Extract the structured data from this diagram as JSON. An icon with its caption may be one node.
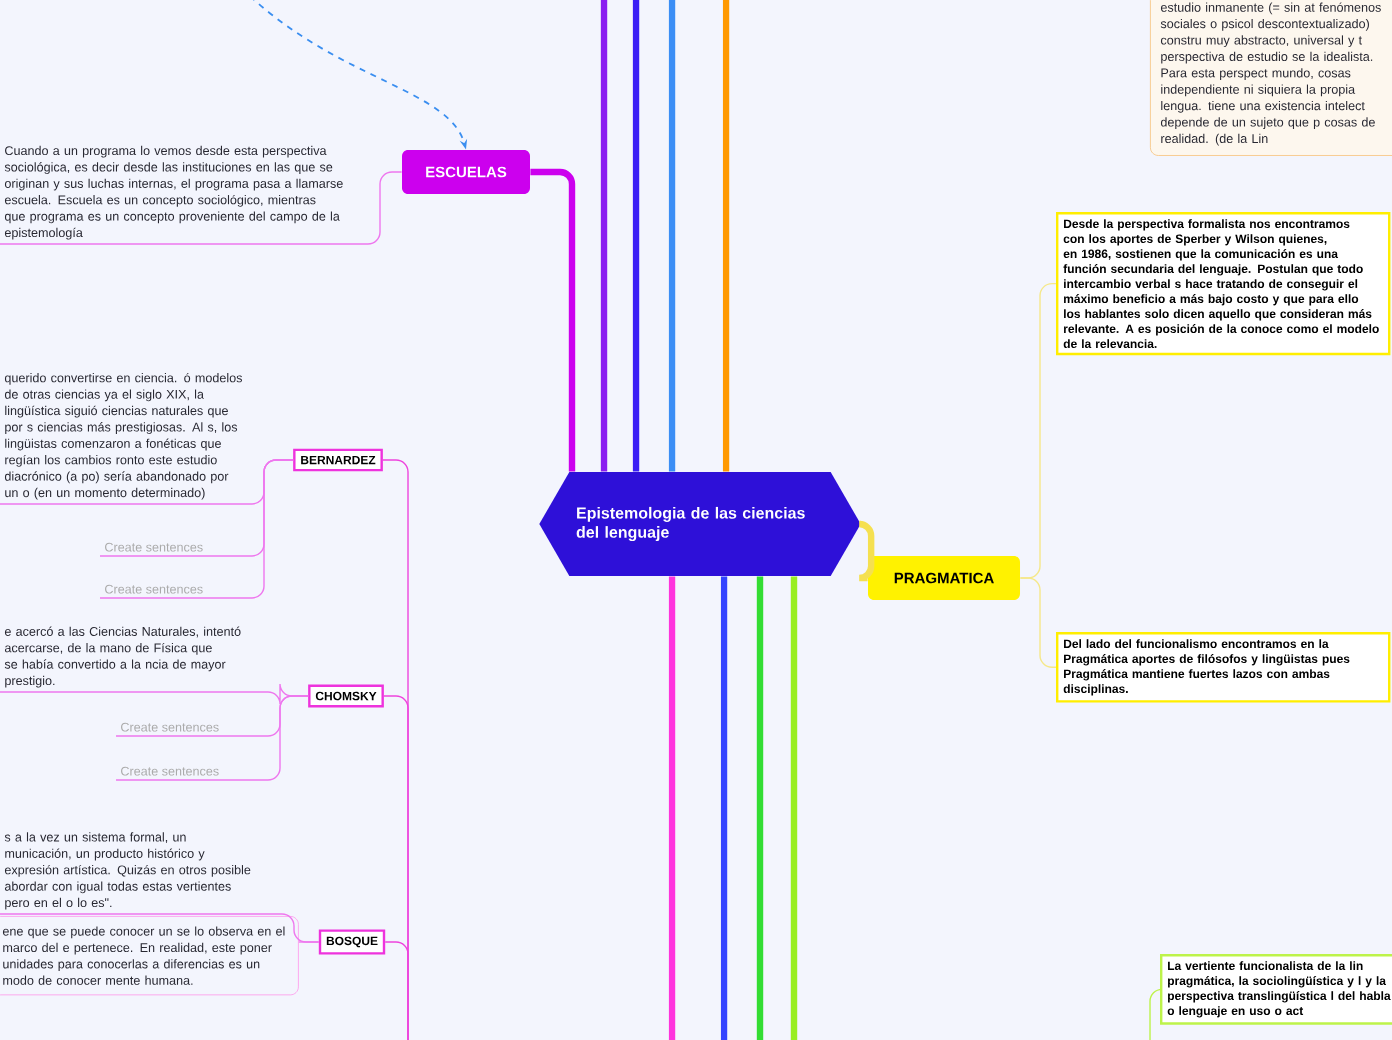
{
  "diagram": {
    "nodes": [
      {
        "text": [
          "Epistemologia de las ciencias del lenguaje"
        ]
      },
      {
        "text": [
          "ESCUELAS"
        ]
      },
      {
        "text": [
          "Cuando a un programa lo vemos desde esta perspectiva sociológica, es decir desde las instituciones en las que se originan y sus luchas internas, el programa pasa a llamarse escuela. Escuela es un concepto sociológico, mientras que programa es un concepto proveniente del campo de la epistemología"
        ]
      },
      {
        "text": [
          "BERNARDEZ"
        ]
      },
      {
        "text": [
          "querido convertirse en ciencia. ó modelos de otras ciencias ya el siglo XIX, la lingüística siguió ciencias naturales que por s ciencias más prestigiosas. Al s, los lingüistas comenzaron a fonéticas que regían los cambios ronto este estudio diacrónico (a po) sería abandonado por un o (en un momento determinado)"
        ]
      },
      {
        "text": [
          "Create sentences"
        ]
      },
      {
        "text": [
          "Create sentences"
        ]
      },
      {
        "text": [
          "CHOMSKY"
        ]
      },
      {
        "text": [
          "e acercó a las Ciencias Naturales, intentó acercarse, de la mano de Física que se había convertido a la ncia de mayor prestigio."
        ]
      },
      {
        "text": [
          "Create sentences"
        ]
      },
      {
        "text": [
          "Create sentences"
        ]
      },
      {
        "text": [
          "BOSQUE"
        ]
      },
      {
        "text": [
          "s a la vez un sistema formal, un municación, un producto histórico y expresión artística. Quizás en otros posible abordar con igual todas estas vertientes pero en el o lo es\"."
        ]
      },
      {
        "text": [
          "ene que se puede conocer un se lo observa en el marco del e pertenece. En realidad, este poner unidades para conocerlas a diferencias es un modo de conocer mente humana."
        ]
      },
      {
        "text": [
          "PRAGMATICA"
        ]
      },
      {
        "text": [
          "Desde la perspectiva formalista nos encontramos con los aportes de Sperber y Wilson quienes, en 1986, sostienen que la comunicación es una función secundaria del lenguaje. Postulan que todo intercambio verbal s hace tratando de conseguir el máximo beneficio a más bajo costo y que para ello los hablantes solo dicen aquello que consideran más relevante. A es posición de la conoce como el modelo de la relevancia."
        ]
      },
      {
        "text": [
          "Del lado del funcionalismo encontramos en la Pragmática aportes de filósofos y lingüistas pues Pragmática mantiene fuertes lazos con ambas disciplinas."
        ]
      },
      {
        "text": [
          "estudio inmanente (= sin at fenómenos sociales o psicol descontextualizado) constru muy abstracto, universal y t perspectiva de estudio se la idealista. Para esta perspect mundo, cosas independiente ni siquiera la propia lengua. tiene una existencia intelect depende de un sujeto que p cosas de realidad. (de la Lin"
        ]
      },
      {
        "text": [
          "La vertiente funcionalista de la lin pragmática, la sociolingüística y l y la perspectiva translingüística l del habla o lenguaje en uso o act"
        ]
      }
    ],
    "edges": [
      {
        "from": 0,
        "to": 1,
        "arrow": "none",
        "style": "thick",
        "color": "#cc00ee"
      },
      {
        "from": 0,
        "to": null,
        "arrow": "none",
        "style": "thick",
        "color": "#8a1ef0"
      },
      {
        "from": 0,
        "to": null,
        "arrow": "none",
        "style": "thick",
        "color": "#3a1ef5"
      },
      {
        "from": 0,
        "to": null,
        "arrow": "none",
        "style": "thick",
        "color": "#3b8ef5"
      },
      {
        "from": 0,
        "to": null,
        "arrow": "none",
        "style": "thick",
        "color": "#ff9900"
      },
      {
        "from": 0,
        "to": null,
        "arrow": "none",
        "style": "thick",
        "color": "#ff33dd"
      },
      {
        "from": 0,
        "to": null,
        "arrow": "none",
        "style": "thick",
        "color": "#3344ff"
      },
      {
        "from": 0,
        "to": null,
        "arrow": "none",
        "style": "thick",
        "color": "#33dd33"
      },
      {
        "from": 0,
        "to": null,
        "arrow": "none",
        "style": "thick",
        "color": "#99ee22"
      },
      {
        "from": 0,
        "to": 14,
        "arrow": "none",
        "style": "thick",
        "color": "#f5e050"
      },
      {
        "from": 1,
        "to": 2,
        "arrow": "none",
        "color": "#ee77ee"
      },
      {
        "from": 3,
        "to": null,
        "arrow": "none",
        "color": "#ee44dd"
      },
      {
        "from": 3,
        "to": 4,
        "arrow": "none",
        "color": "#ee77ee"
      },
      {
        "from": 3,
        "to": 5,
        "arrow": "none",
        "color": "#ee77ee"
      },
      {
        "from": 3,
        "to": 6,
        "arrow": "none",
        "color": "#ee77ee"
      },
      {
        "from": 7,
        "to": null,
        "arrow": "none",
        "color": "#ee44dd"
      },
      {
        "from": 7,
        "to": 8,
        "arrow": "none",
        "color": "#ee77ee"
      },
      {
        "from": 7,
        "to": 9,
        "arrow": "none",
        "color": "#ee77ee"
      },
      {
        "from": 7,
        "to": 10,
        "arrow": "none",
        "color": "#ee77ee"
      },
      {
        "from": 11,
        "to": null,
        "arrow": "none",
        "color": "#ee44dd"
      },
      {
        "from": 11,
        "to": 12,
        "arrow": "none",
        "color": "#ee77ee"
      },
      {
        "from": 11,
        "to": 13,
        "arrow": "none",
        "color": "#ee77ee"
      },
      {
        "from": 14,
        "to": 15,
        "arrow": "none",
        "color": "#f5e88a"
      },
      {
        "from": 14,
        "to": 16,
        "arrow": "none",
        "color": "#f5e88a"
      },
      {
        "from": null,
        "to": 18,
        "arrow": "none",
        "color": "#bdf34a"
      },
      {
        "from": null,
        "to": 1,
        "arrow": "to",
        "style": "dashed",
        "color": "#3a8ef0"
      }
    ]
  }
}
